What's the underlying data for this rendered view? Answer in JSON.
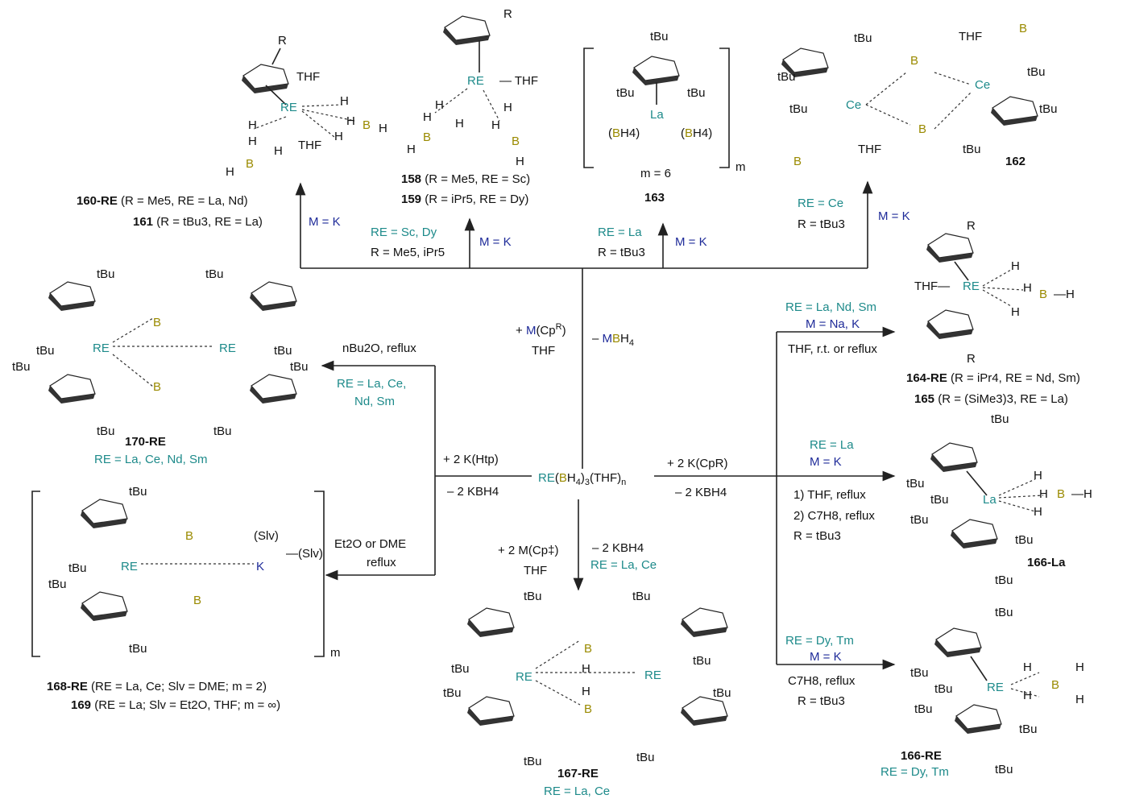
{
  "center": {
    "re": "RE",
    "rest1": "(",
    "b": "B",
    "rest2": "H",
    "rest3": "4",
    "rest4": ")",
    "rest5": "3",
    "rest6": "(THF)",
    "rest7": "n"
  },
  "top_reagent": {
    "line1_pre": "+ ",
    "line1_m": "M",
    "line1_post": "(Cp",
    "line1_sup": "R",
    "line1_close": ")",
    "line2": "THF",
    "byproduct_pre": "– ",
    "byproduct_m": "M",
    "byproduct_b": "B",
    "byproduct_post": "H",
    "byproduct_sub": "4"
  },
  "branches_top": [
    {
      "cond1_re": "M = K"
    },
    {
      "re": "RE = Sc, Dy",
      "r": "R = Me5, iPr5",
      "m": "M = K"
    },
    {
      "re": "RE = La",
      "r": "R = tBu3",
      "m": "M = K"
    },
    {
      "re": "RE = Ce",
      "r": "R = tBu3",
      "m": "M = K"
    }
  ],
  "labels": {
    "c160": "160-RE",
    "c160_txt": "(R = Me5, RE = La, Nd)",
    "c161": "161",
    "c161_txt": "(R = tBu3, RE = La)",
    "c158": "158",
    "c158_txt": "(R = Me5, RE = Sc)",
    "c159": "159",
    "c159_txt": "(R = iPr5, RE = Dy)",
    "c163": "163",
    "m6": "m = 6",
    "m": "m",
    "c162": "162",
    "c164": "164-RE",
    "c164_txt": "(R = iPr4, RE = Nd, Sm)",
    "c165": "165",
    "c165_txt": "(R = (SiMe3)3, RE = La)",
    "c166la": "166-La",
    "c166re": "166-RE",
    "c166re_txt": "RE = Dy, Tm",
    "c167": "167-RE",
    "c167_txt": "RE = La, Ce",
    "c168": "168-RE",
    "c168_txt": "(RE = La, Ce; Slv = DME; m = 2)",
    "c169": "169",
    "c169_txt": "(RE = La; Slv = Et2O, THF; m = ∞)",
    "c170": "170-RE",
    "c170_txt": "RE = La,  Ce, Nd, Sm"
  },
  "right_cond": {
    "a_re": "RE = La, Nd, Sm",
    "a_m": "M = Na, K",
    "a_c": "THF, r.t. or reflux",
    "b_top": "+ 2 K(CpR)",
    "b_bot": "– 2 KBH4",
    "b_re": "RE = La",
    "b_m": "M = K",
    "b_c1": "1) THF, reflux",
    "b_c2": "2) C7H8, reflux",
    "b_c3": "R = tBu3",
    "c_re": "RE = Dy, Tm",
    "c_m": "M = K",
    "c_c1": "C7H8, reflux",
    "c_c2": "R = tBu3"
  },
  "left_cond": {
    "a_c": "nBu2O, reflux",
    "a_re1": "RE = La,  Ce,",
    "a_re2": "Nd, Sm",
    "b_top": "+ 2 K(Htp)",
    "b_bot": "– 2 KBH4",
    "c_c1": "Et2O or DME",
    "c_c2": "reflux"
  },
  "down_cond": {
    "a1": "+ 2 M(Cp‡)",
    "a2": "THF",
    "b1": "– 2 KBH4",
    "b2": "RE = La, Ce"
  },
  "colors": {
    "re": "#1d8a8a",
    "m": "#1f2b99",
    "b": "#9a8a00",
    "o": "#e0271b",
    "p": "#b52fc6",
    "si": "#e6900b"
  }
}
